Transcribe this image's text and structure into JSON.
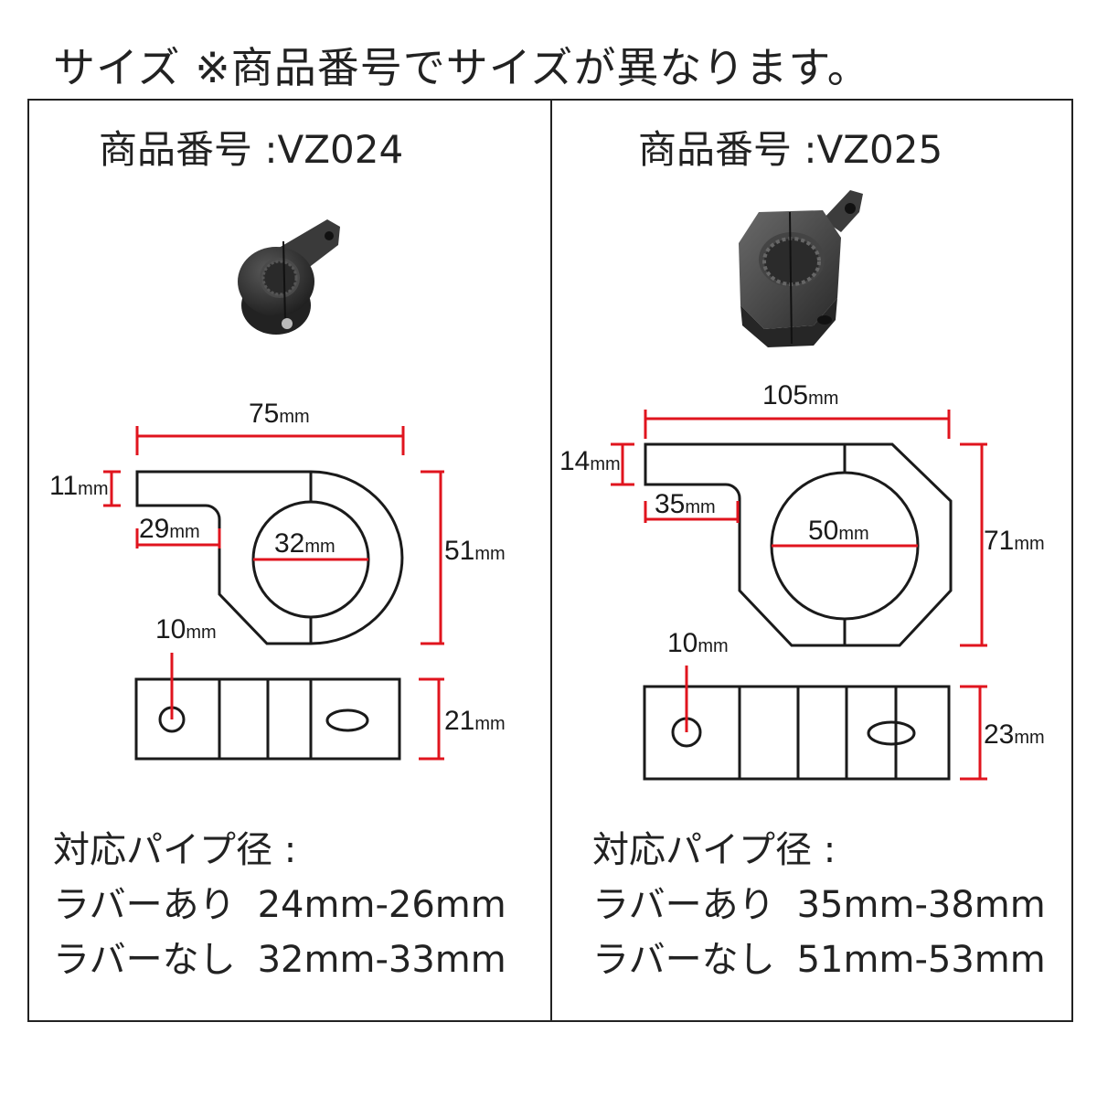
{
  "page_title": "サイズ ※商品番号でサイズが異なります。",
  "colors": {
    "outline": "#1a1a1a",
    "dimension": "#e0141e",
    "body": "#2e2e2e"
  },
  "models": [
    {
      "title": "商品番号 :VZ024",
      "dims": {
        "length": "75",
        "tab_height": "11",
        "tab_length": "29",
        "bore": "32",
        "height": "51",
        "hole": "10",
        "width": "21",
        "unit": "mm"
      },
      "spec_heading": "対応パイプ径 :",
      "spec_rows": [
        {
          "label": "ラバーあり",
          "range": "24mm-26mm"
        },
        {
          "label": "ラバーなし",
          "range": "32mm-33mm"
        }
      ]
    },
    {
      "title": "商品番号 :VZ025",
      "dims": {
        "length": "105",
        "tab_height": "14",
        "tab_length": "35",
        "bore": "50",
        "height": "71",
        "hole": "10",
        "width": "23",
        "unit": "mm"
      },
      "spec_heading": "対応パイプ径 :",
      "spec_rows": [
        {
          "label": "ラバーあり",
          "range": "35mm-38mm"
        },
        {
          "label": "ラバーなし",
          "range": "51mm-53mm"
        }
      ]
    }
  ]
}
